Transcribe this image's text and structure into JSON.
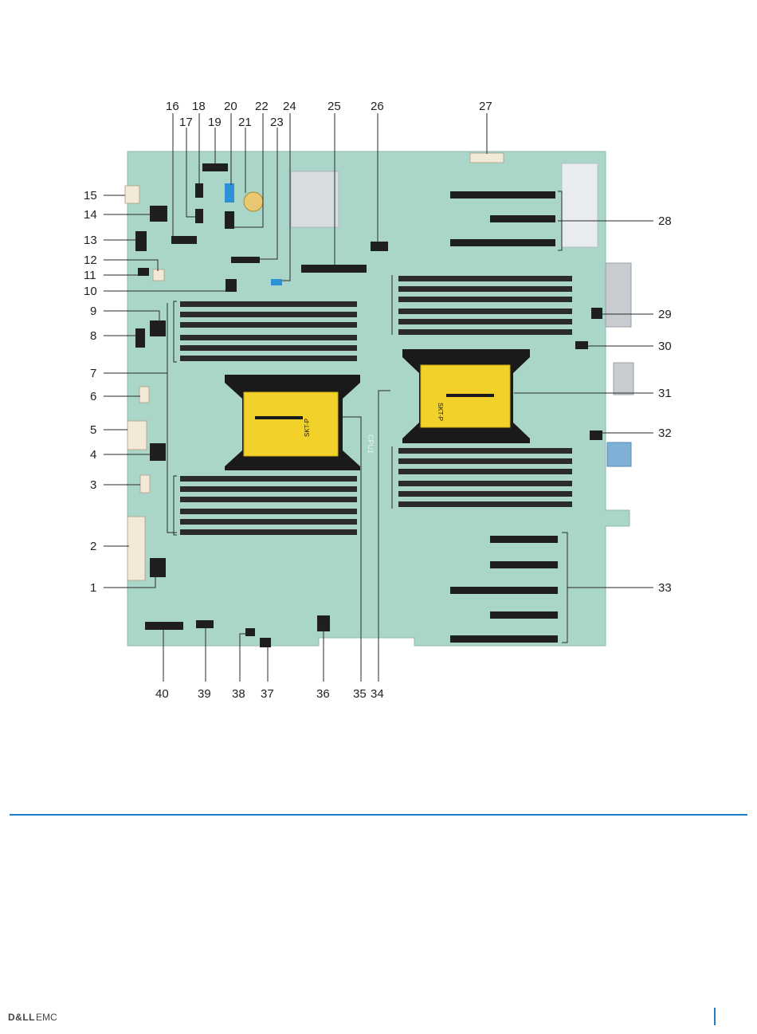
{
  "callouts": [
    {
      "n": "1"
    },
    {
      "n": "2"
    },
    {
      "n": "3"
    },
    {
      "n": "4"
    },
    {
      "n": "5"
    },
    {
      "n": "6"
    },
    {
      "n": "7"
    },
    {
      "n": "8"
    },
    {
      "n": "9"
    },
    {
      "n": "10"
    },
    {
      "n": "11"
    },
    {
      "n": "12"
    },
    {
      "n": "13"
    },
    {
      "n": "14"
    },
    {
      "n": "15"
    },
    {
      "n": "16"
    },
    {
      "n": "17"
    },
    {
      "n": "18"
    },
    {
      "n": "19"
    },
    {
      "n": "20"
    },
    {
      "n": "21"
    },
    {
      "n": "22"
    },
    {
      "n": "23"
    },
    {
      "n": "24"
    },
    {
      "n": "25"
    },
    {
      "n": "26"
    },
    {
      "n": "27"
    },
    {
      "n": "28"
    },
    {
      "n": "29"
    },
    {
      "n": "30"
    },
    {
      "n": "31"
    },
    {
      "n": "32"
    },
    {
      "n": "33"
    },
    {
      "n": "34"
    },
    {
      "n": "35"
    },
    {
      "n": "36"
    },
    {
      "n": "37"
    },
    {
      "n": "38"
    },
    {
      "n": "39"
    },
    {
      "n": "40"
    }
  ],
  "board_labels": {
    "socket1": "SKT-P",
    "socket2": "SKT-P",
    "cpu_silk": "CPU1"
  },
  "footer": {
    "logo_dell": "D&LL",
    "logo_emc": "EMC"
  },
  "colors": {
    "board": "#a9d6c8",
    "dimm": "#2b2b2b",
    "heatsink_frame": "#1a1a1a",
    "socket_label": "#f2d22a",
    "accent_rule": "#1f7ec8"
  }
}
